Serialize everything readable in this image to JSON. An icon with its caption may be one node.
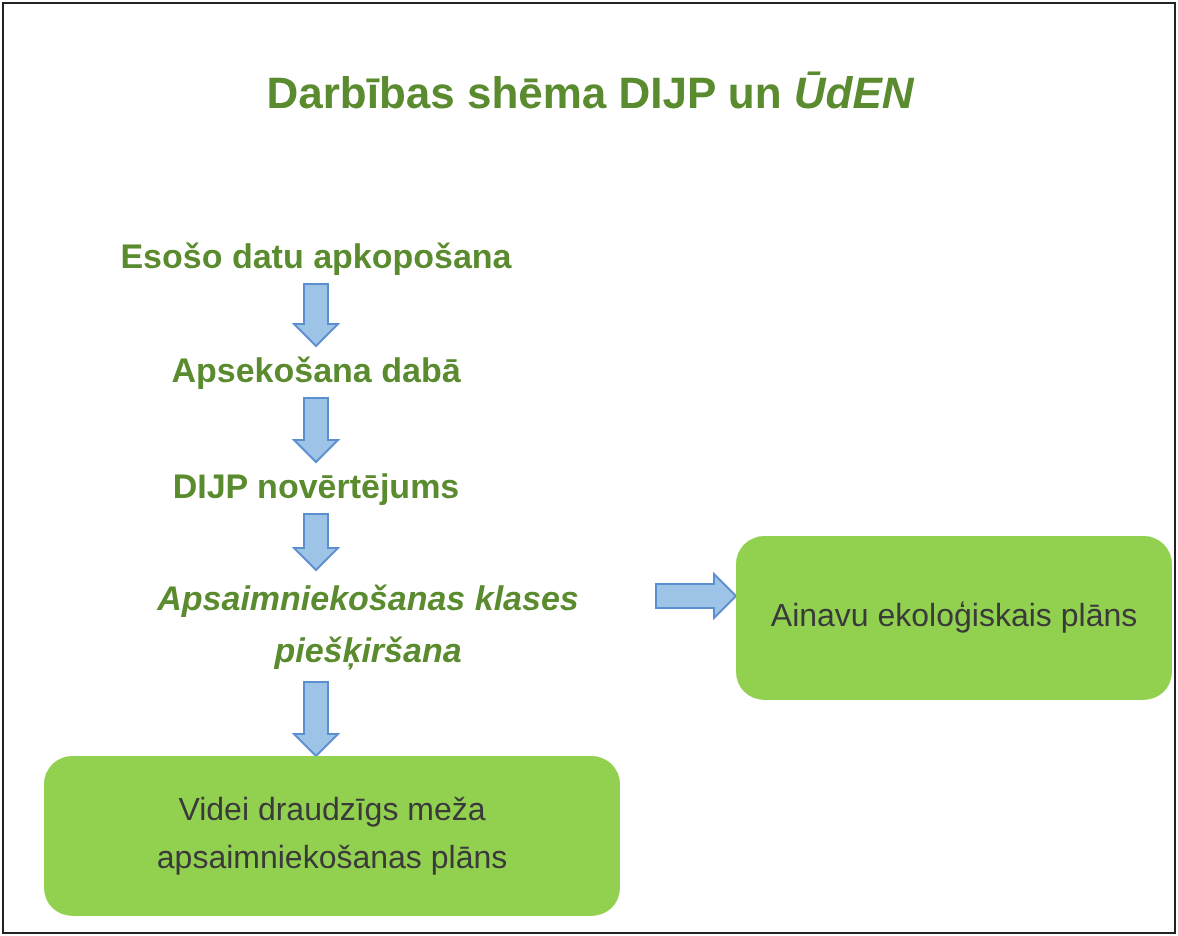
{
  "diagram": {
    "title": "Darbības shēma DIJP un *ŪdEN*",
    "nodes": [
      {
        "text": [
          "Esošo datu apkopošana"
        ]
      },
      {
        "text": [
          "Apsekošana dabā"
        ]
      },
      {
        "text": [
          "DIJP novērtējums"
        ]
      },
      {
        "text": [
          "Apsaimniekošanas klases piešķiršana"
        ]
      },
      {
        "text": [
          "Ainavu ekoloģiskais plāns"
        ]
      },
      {
        "text": [
          "Videi draudzīgs meža apsaimniekošanas plāns"
        ]
      }
    ],
    "edges": [
      {
        "from": 0,
        "to": 1,
        "arrow": "to"
      },
      {
        "from": 1,
        "to": 2,
        "arrow": "to"
      },
      {
        "from": 2,
        "to": 3,
        "arrow": "to"
      },
      {
        "from": 3,
        "to": 4,
        "arrow": "to"
      },
      {
        "from": 3,
        "to": 5,
        "arrow": "to"
      }
    ]
  }
}
